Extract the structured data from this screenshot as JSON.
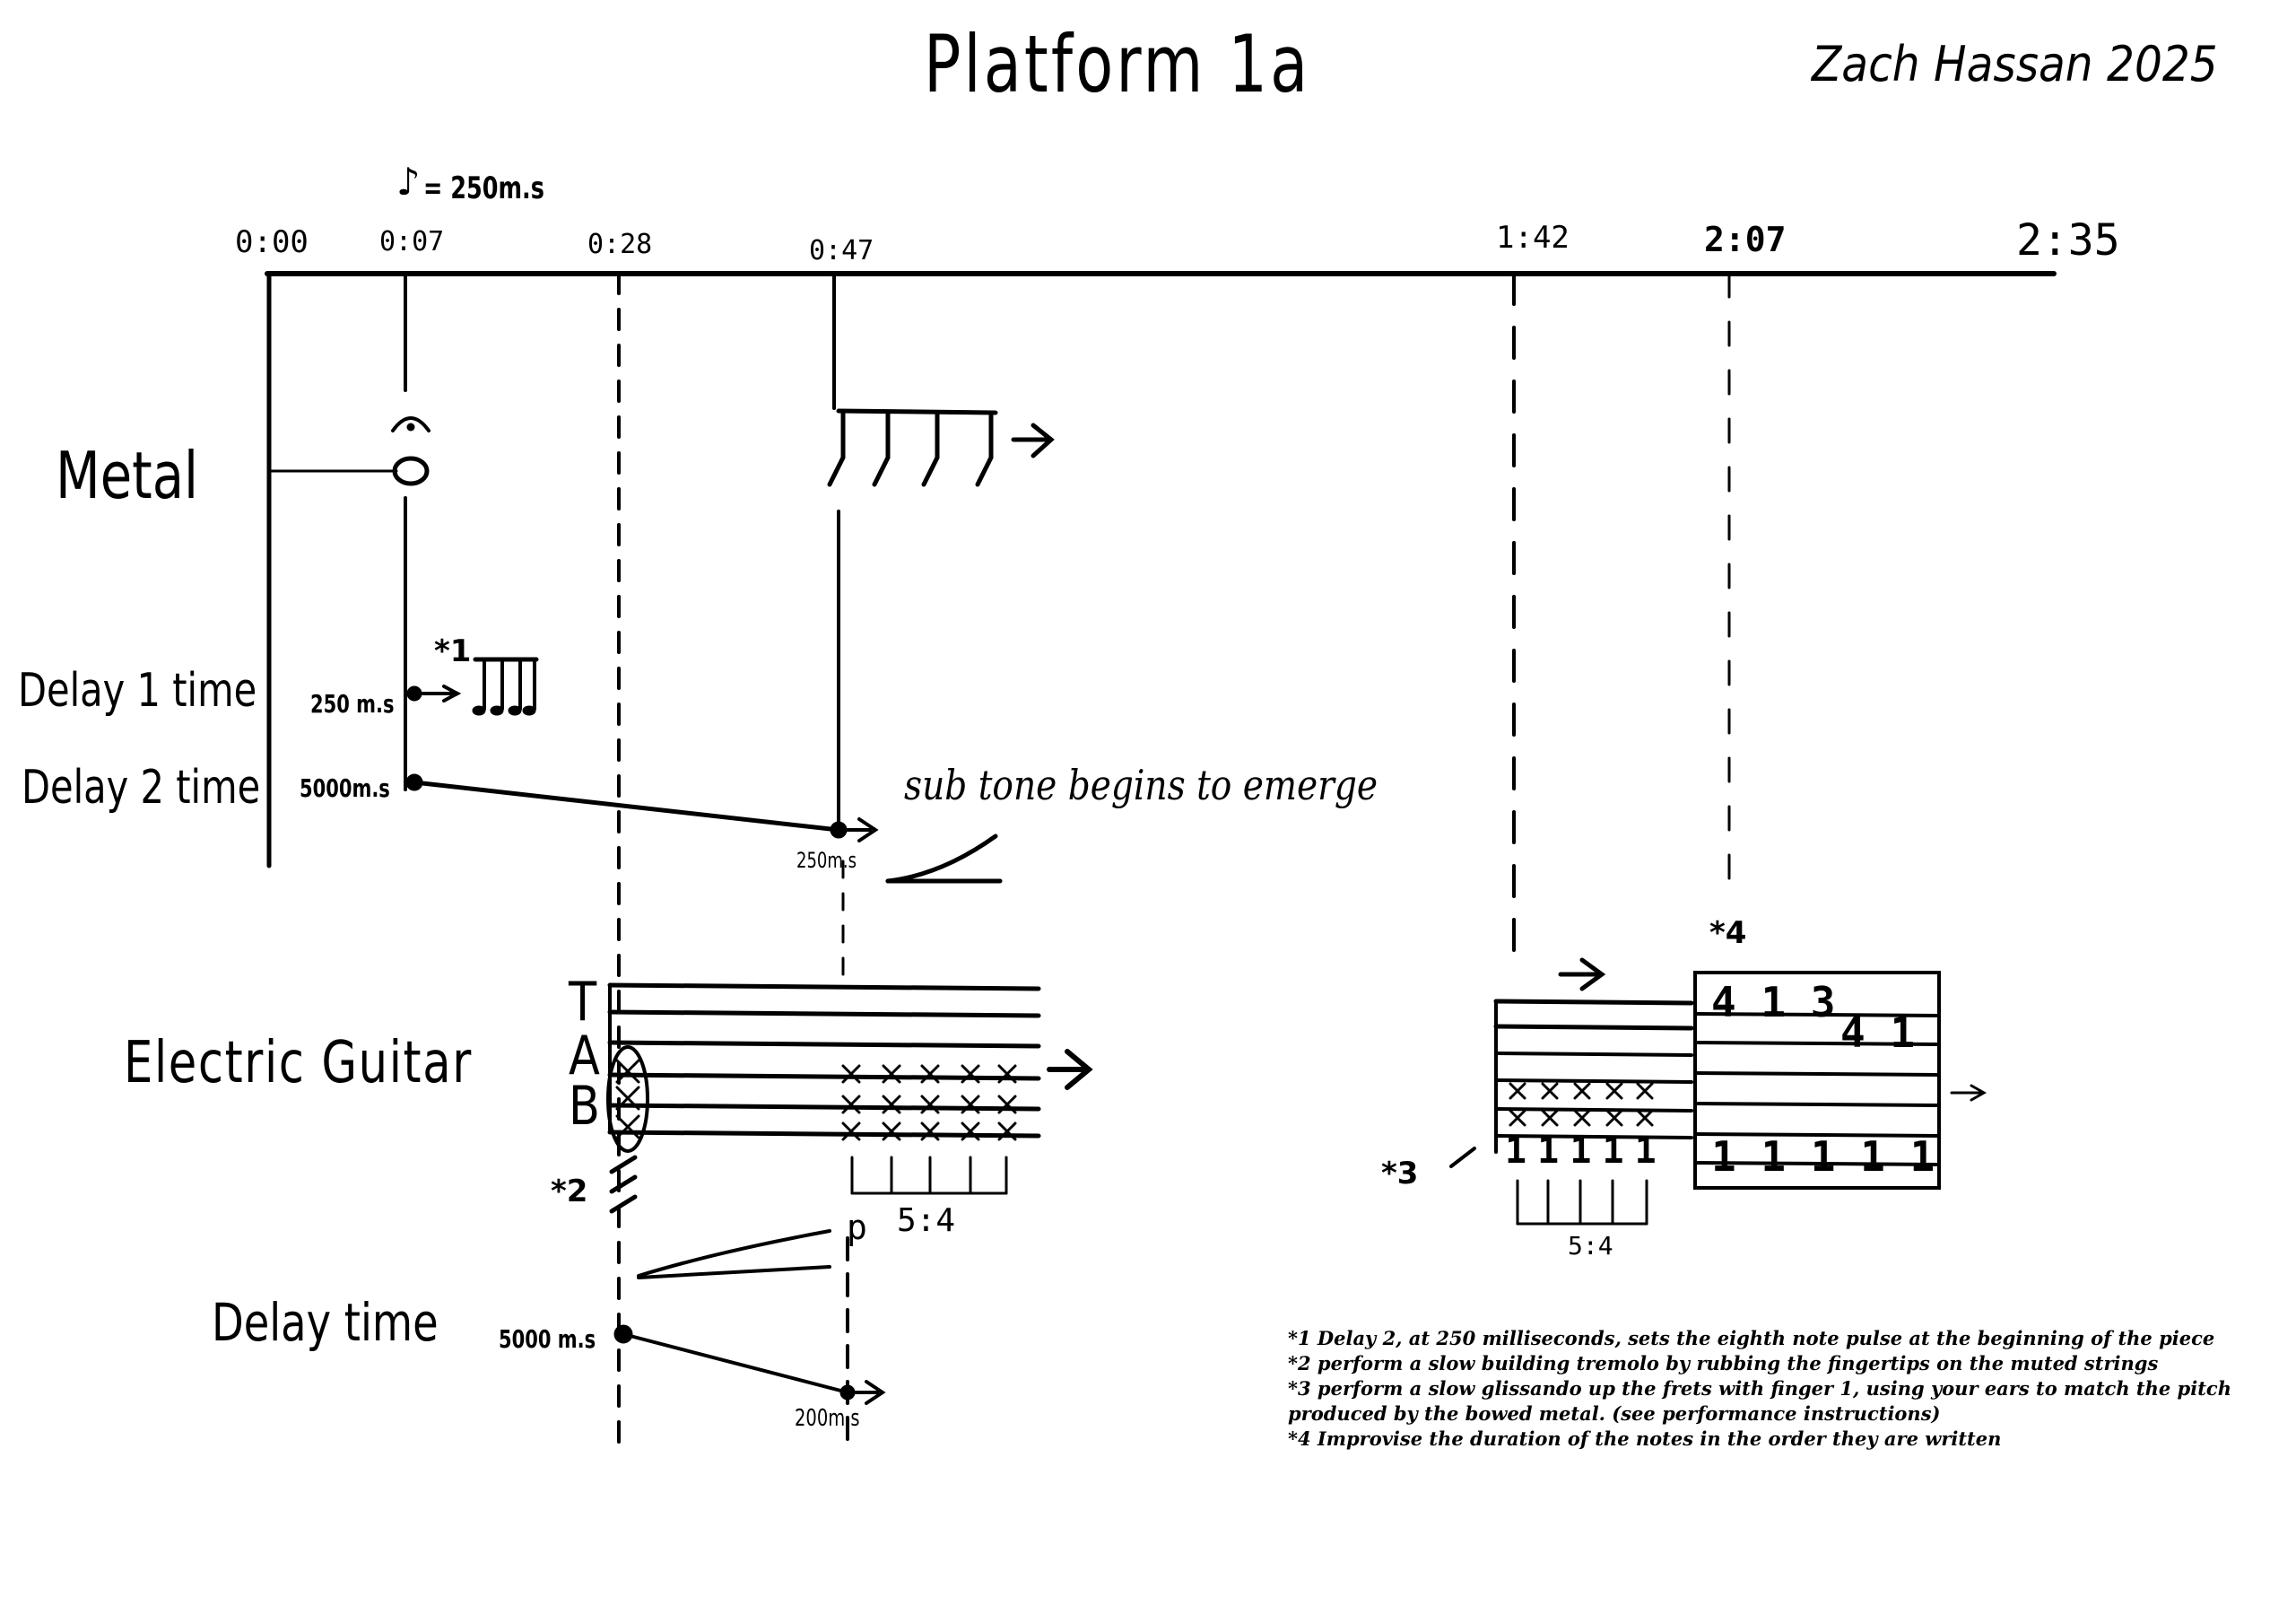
{
  "header": {
    "title": "Platform 1a",
    "composer": "Zach Hassan 2025"
  },
  "tempo": {
    "marking": "= 250m.s"
  },
  "timeline": {
    "marks": [
      "0:00",
      "0:07",
      "0:28",
      "0:47",
      "1:42",
      "2:07",
      "2:35"
    ]
  },
  "instruments": {
    "metal": "Metal",
    "delay1": "Delay 1 time",
    "delay2": "Delay 2 time",
    "guitar": "Electric Guitar",
    "guitar_delay": "Delay time"
  },
  "labels": {
    "delay1_value": "250 m.s",
    "delay2_start": "5000m.s",
    "delay2_end": "250m.s",
    "guitar_delay_start": "5000 m.s",
    "guitar_delay_end": "200m.s",
    "sub_tone": "sub tone begins to emerge",
    "tab_t": "T",
    "tab_a": "A",
    "tab_b": "B",
    "dynamic_p": "p",
    "tuplet_1": "5:4",
    "tuplet_2": "5:4",
    "tab_frets_high": "4 1 3",
    "tab_frets_high2": "4 1",
    "tab_frets_low_1": "1 1 1 1 1",
    "tab_frets_low_2": "1 1 1 1 1",
    "star1": "*1",
    "star2": "*2",
    "star3": "*3",
    "star4": "*4"
  },
  "footnotes": [
    "*1  Delay 2, at 250 milliseconds, sets the eighth note pulse at the beginning of the piece",
    "*2 perform a slow building tremolo by rubbing the fingertips on the muted strings",
    "*3 perform a slow glissando up the frets with finger 1, using your ears to match the pitch",
    "produced by the bowed metal. (see performance instructions)",
    "*4 Improvise the duration of the notes in the order they are written"
  ]
}
